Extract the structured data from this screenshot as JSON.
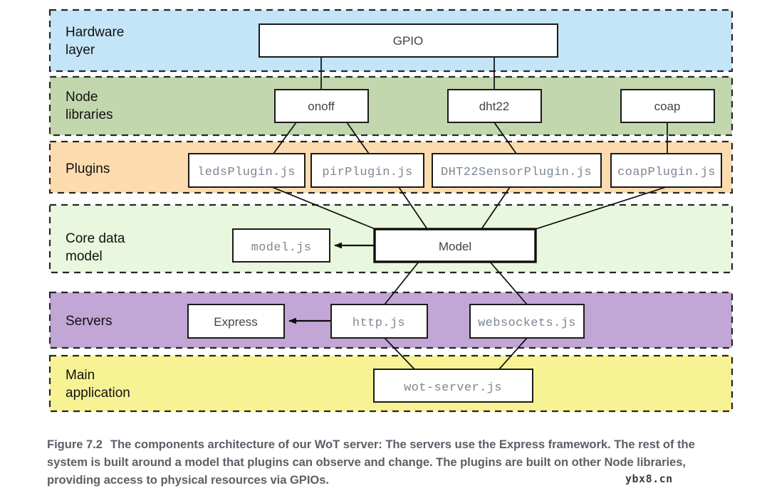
{
  "figure": {
    "number": "Figure 7.2",
    "caption": "The components architecture of our WoT server: The servers use the Express framework. The rest of the system is built around a model that plugins can observe and change. The plugins are built on other Node libraries, providing access to physical resources via GPIOs.",
    "watermark": "ybx8.cn"
  },
  "layers": [
    {
      "id": "hardware",
      "label_line1": "Hardware",
      "label_line2": "layer",
      "color": "#c3e5f7"
    },
    {
      "id": "node-libs",
      "label_line1": "Node",
      "label_line2": "libraries",
      "color": "#c3d7ae"
    },
    {
      "id": "plugins",
      "label_line1": "Plugins",
      "label_line2": "",
      "color": "#fcdcae"
    },
    {
      "id": "core-model",
      "label_line1": "Core data",
      "label_line2": "model",
      "color": "#e9f7de"
    },
    {
      "id": "servers",
      "label_line1": "Servers",
      "label_line2": "",
      "color": "#c2a6d6"
    },
    {
      "id": "main-app",
      "label_line1": "Main",
      "label_line2": "application",
      "color": "#f7f294"
    }
  ],
  "nodes": {
    "gpio": {
      "label": "GPIO",
      "layer": "hardware",
      "font": "sans"
    },
    "onoff": {
      "label": "onoff",
      "layer": "node-libs",
      "font": "sans"
    },
    "dht22": {
      "label": "dht22",
      "layer": "node-libs",
      "font": "sans"
    },
    "coap": {
      "label": "coap",
      "layer": "node-libs",
      "font": "sans"
    },
    "leds_plugin": {
      "label": "ledsPlugin.js",
      "layer": "plugins",
      "font": "mono"
    },
    "pir_plugin": {
      "label": "pirPlugin.js",
      "layer": "plugins",
      "font": "mono"
    },
    "dht22_plugin": {
      "label": "DHT22SensorPlugin.js",
      "layer": "plugins",
      "font": "mono"
    },
    "coap_plugin": {
      "label": "coapPlugin.js",
      "layer": "plugins",
      "font": "mono"
    },
    "model_js": {
      "label": "model.js",
      "layer": "core-model",
      "font": "mono"
    },
    "model": {
      "label": "Model",
      "layer": "core-model",
      "font": "sans"
    },
    "express": {
      "label": "Express",
      "layer": "servers",
      "font": "sans"
    },
    "http_js": {
      "label": "http.js",
      "layer": "servers",
      "font": "mono"
    },
    "websockets_js": {
      "label": "websockets.js",
      "layer": "servers",
      "font": "mono"
    },
    "wot_server_js": {
      "label": "wot-server.js",
      "layer": "main-app",
      "font": "mono"
    }
  },
  "edges": [
    {
      "from": "gpio",
      "to": "onoff",
      "kind": "line"
    },
    {
      "from": "gpio",
      "to": "dht22",
      "kind": "line"
    },
    {
      "from": "onoff",
      "to": "leds_plugin",
      "kind": "line"
    },
    {
      "from": "onoff",
      "to": "pir_plugin",
      "kind": "line"
    },
    {
      "from": "dht22",
      "to": "dht22_plugin",
      "kind": "line"
    },
    {
      "from": "coap",
      "to": "coap_plugin",
      "kind": "line"
    },
    {
      "from": "leds_plugin",
      "to": "model",
      "kind": "line"
    },
    {
      "from": "pir_plugin",
      "to": "model",
      "kind": "line"
    },
    {
      "from": "dht22_plugin",
      "to": "model",
      "kind": "line"
    },
    {
      "from": "coap_plugin",
      "to": "model",
      "kind": "line"
    },
    {
      "from": "model",
      "to": "model_js",
      "kind": "arrow"
    },
    {
      "from": "model",
      "to": "http_js",
      "kind": "line"
    },
    {
      "from": "model",
      "to": "websockets_js",
      "kind": "line"
    },
    {
      "from": "http_js",
      "to": "express",
      "kind": "arrow"
    },
    {
      "from": "http_js",
      "to": "wot_server_js",
      "kind": "line"
    },
    {
      "from": "websockets_js",
      "to": "wot_server_js",
      "kind": "line"
    }
  ]
}
